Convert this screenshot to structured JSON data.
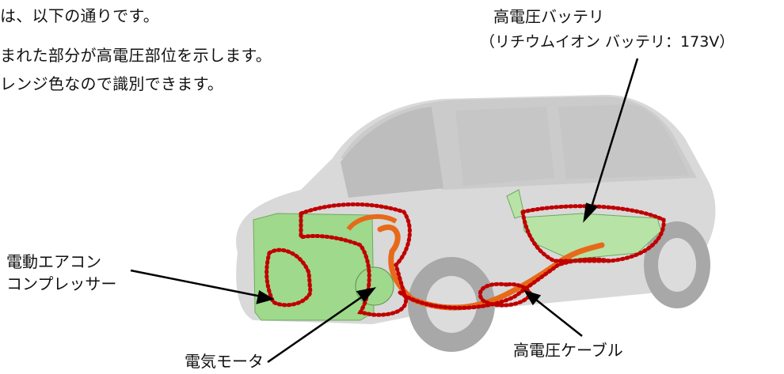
{
  "intro": {
    "line1": "は、以下の通りです。",
    "line2": "まれた部分が高電圧部位を示します。",
    "line3": "レンジ色なので識別できます。"
  },
  "labels": {
    "battery_line1": "高電圧バッテリ",
    "battery_line2": "（リチウムイオン バッテリ：173V）",
    "ac_line1": "電動エアコン",
    "ac_line2": "コンプレッサー",
    "motor": "電気モータ",
    "cable": "高電圧ケーブル"
  },
  "colors": {
    "car_body": "#d9d9d9",
    "component_green": "#9fd98c",
    "cable_orange": "#e66a1a",
    "dotted_outline": "#c00000",
    "leader_line": "#000000"
  }
}
